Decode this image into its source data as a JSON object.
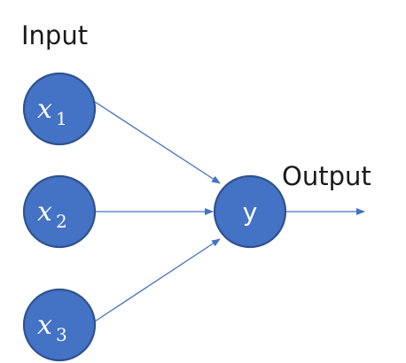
{
  "labels": {
    "input": "Input",
    "output": "Output"
  },
  "nodes": {
    "x1": {
      "var": "x",
      "sub": "1"
    },
    "x2": {
      "var": "x",
      "sub": "2"
    },
    "x3": {
      "var": "x",
      "sub": "3"
    },
    "y": {
      "text": "y"
    }
  },
  "edges": [
    {
      "from": "x1",
      "to": "y"
    },
    {
      "from": "x2",
      "to": "y"
    },
    {
      "from": "x3",
      "to": "y"
    },
    {
      "from": "y",
      "to": "output"
    }
  ],
  "colors": {
    "node_fill": "#4472c4",
    "node_stroke": "#2f528f",
    "edge": "#4472c4",
    "text": "#1a1a1a"
  }
}
